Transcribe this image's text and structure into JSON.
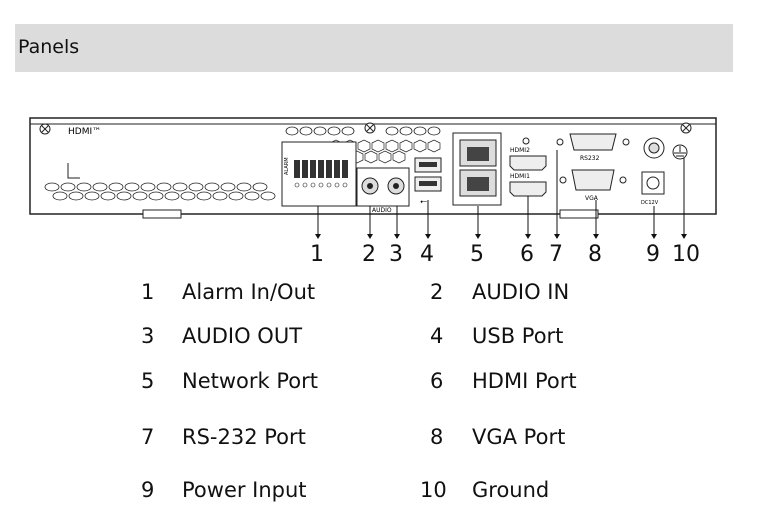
{
  "header": {
    "title": "Panels"
  },
  "panel_labels": {
    "hdmi_logo": "HDMI™",
    "audio": "AUDIO",
    "hdmi2": "HDMI2",
    "hdmi1": "HDMI1",
    "rs232": "RS232",
    "vga": "VGA",
    "power": "DC12V",
    "alarm": "ALARM"
  },
  "callouts": [
    "1",
    "2",
    "3",
    "4",
    "5",
    "6",
    "7",
    "8",
    "9",
    "10"
  ],
  "legend": [
    {
      "num": "1",
      "label": "Alarm In/Out"
    },
    {
      "num": "2",
      "label": "AUDIO IN"
    },
    {
      "num": "3",
      "label": "AUDIO OUT"
    },
    {
      "num": "4",
      "label": "USB Port"
    },
    {
      "num": "5",
      "label": "Network Port"
    },
    {
      "num": "6",
      "label": "HDMI Port"
    },
    {
      "num": "7",
      "label": "RS-232 Port"
    },
    {
      "num": "8",
      "label": "VGA Port"
    },
    {
      "num": "9",
      "label": "Power Input"
    },
    {
      "num": "10",
      "label": "Ground"
    }
  ]
}
